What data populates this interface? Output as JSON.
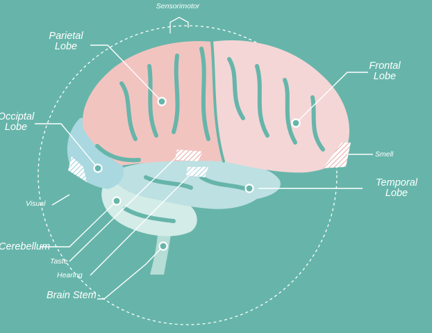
{
  "labels": {
    "sensorimotor": "Sensorimotor",
    "parietal": "Parietal Lobe",
    "frontal": "Frontal Lobe",
    "occipital": "Occiptal Lobe",
    "smell": "Smell",
    "visual": "Visual",
    "temporal": "Temporal Lobe",
    "cerebellum": "Cerebellum",
    "taste": "Taste",
    "hearing": "Hearing",
    "brain_stem": "Brain Stem"
  },
  "colors": {
    "background": "#67b5aa",
    "parietal": "#f2c4c0",
    "frontal": "#f4d6d6",
    "occipital": "#a9d8e0",
    "temporal": "#bde0e2",
    "cerebellum": "#d3ece7",
    "brain_stem": "#b6ddd6",
    "line": "#ffffff"
  }
}
